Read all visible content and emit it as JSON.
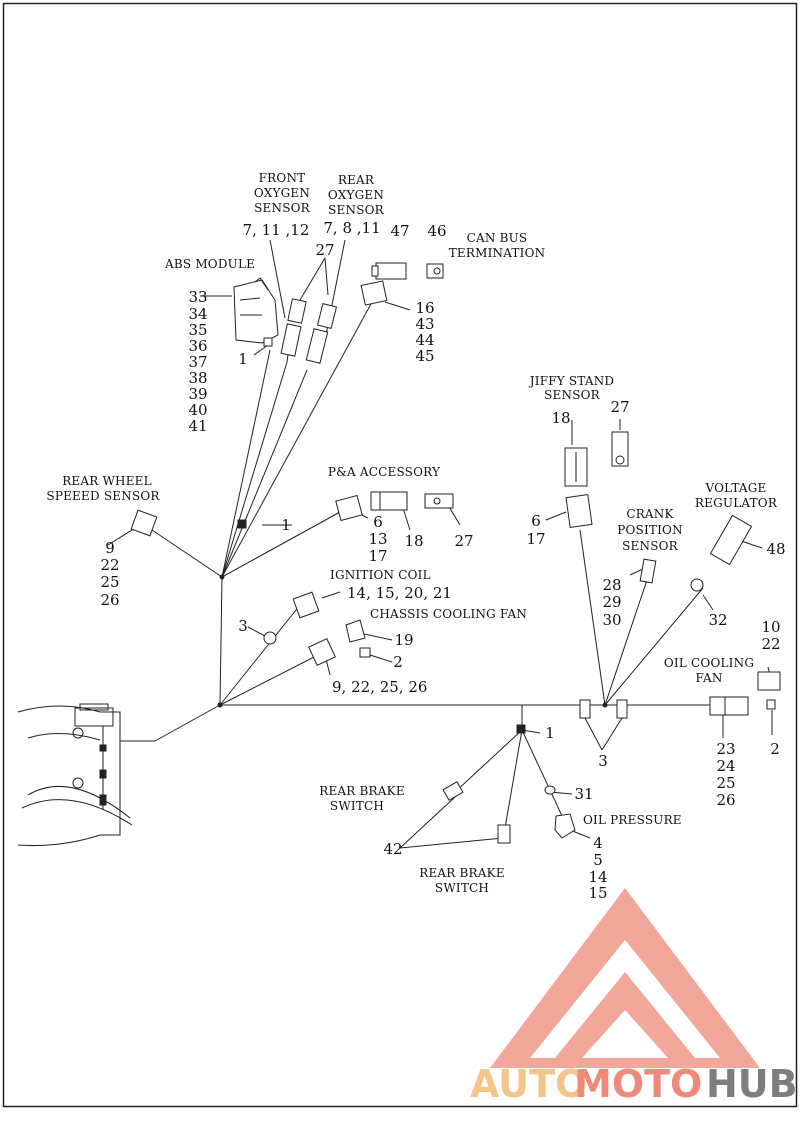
{
  "labels": {
    "front_oxygen": [
      "FRONT",
      "OXYGEN",
      "SENSOR"
    ],
    "rear_oxygen": [
      "REAR",
      "OXYGEN",
      "SENSOR"
    ],
    "abs_module": "ABS MODULE",
    "can_bus": [
      "CAN BUS",
      "TERMINATION"
    ],
    "jiffy_stand": [
      "JIFFY STAND",
      "SENSOR"
    ],
    "pa_accessory": "P&A ACCESSORY",
    "rear_wheel_speed": [
      "REAR WHEEL",
      "SPEEED SENSOR"
    ],
    "ignition_coil": "IGNITION COIL",
    "chassis_fan": "CHASSIS COOLING FAN",
    "crank_position": [
      "CRANK",
      "POSITION",
      "SENSOR"
    ],
    "voltage_regulator": [
      "VOLTAGE",
      "REGULATOR"
    ],
    "oil_cooling_fan": [
      "OIL COOLING",
      "FAN"
    ],
    "rear_brake_upper": [
      "REAR BRAKE",
      "SWITCH"
    ],
    "rear_brake_lower": [
      "REAR BRAKE",
      "SWITCH"
    ],
    "oil_pressure": "OIL PRESSURE"
  },
  "callouts": {
    "front_o2": "7, 11 ,12",
    "rear_o2": "7, 8 ,11",
    "o2_clip": "27",
    "can_47": "47",
    "can_46": "46",
    "abs_list": [
      "33",
      "34",
      "35",
      "36",
      "37",
      "38",
      "39",
      "40",
      "41"
    ],
    "abs_1": "1",
    "conn_16": [
      "16",
      "43",
      "44",
      "45"
    ],
    "jiffy_18": "18",
    "jiffy_27": "27",
    "jiffy_6": [
      "6",
      "17"
    ],
    "pa_list": [
      "6",
      "13",
      "17"
    ],
    "pa_18": "18",
    "pa_27": "27",
    "harness_1_upper": "1",
    "rws_list": [
      "9",
      "22",
      "25",
      "26"
    ],
    "ign_list": "14, 15, 20, 21",
    "ign_3": "3",
    "fan_19": "19",
    "fan_2": "2",
    "fan_list": "9, 22, 25, 26",
    "crank_list": [
      "28",
      "29",
      "30"
    ],
    "vr_48": "48",
    "vr_32": "32",
    "ocf_top": [
      "10",
      "22"
    ],
    "ocf_bottom": [
      "23",
      "24",
      "25",
      "26"
    ],
    "ocf_2": "2",
    "harness_3": "3",
    "harness_1_lower": "1",
    "oil_31": "31",
    "oil_list": [
      "4",
      "5",
      "14",
      "15"
    ],
    "brake_42": "42"
  },
  "watermark": {
    "part1": "AUTO",
    "part2": "MOTO",
    "part3": "HUB",
    "color_light": "#f4c58a",
    "color_main": "#ef8a7a",
    "color_dark": "#7d7d7d"
  }
}
